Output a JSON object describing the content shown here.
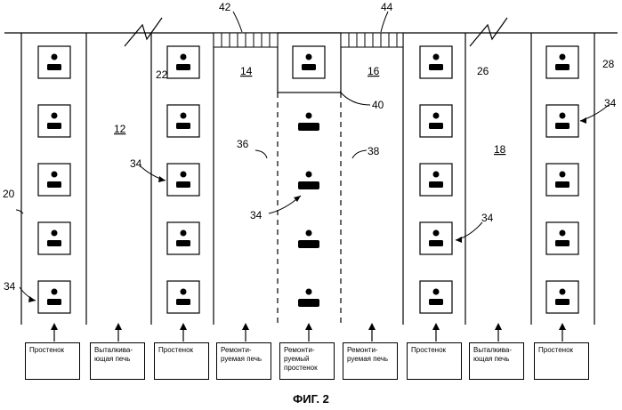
{
  "refs": {
    "r12": "12",
    "r14": "14",
    "r16": "16",
    "r18": "18",
    "r20": "20",
    "r22": "22",
    "r26": "26",
    "r28": "28",
    "r34a": "34",
    "r34b": "34",
    "r34c": "34",
    "r34d": "34",
    "r34e": "34",
    "r36": "36",
    "r38": "38",
    "r40": "40",
    "r42": "42",
    "r44": "44"
  },
  "labels": [
    "Простенок",
    "Выталкива-ющая печь",
    "Простенок",
    "Ремонти-руемая печь",
    "Ремонти-руемый простенок",
    "Ремонти-руемая печь",
    "Простенок",
    "Выталкива-ющая печь",
    "Простенок"
  ],
  "caption": "ФИГ. 2"
}
